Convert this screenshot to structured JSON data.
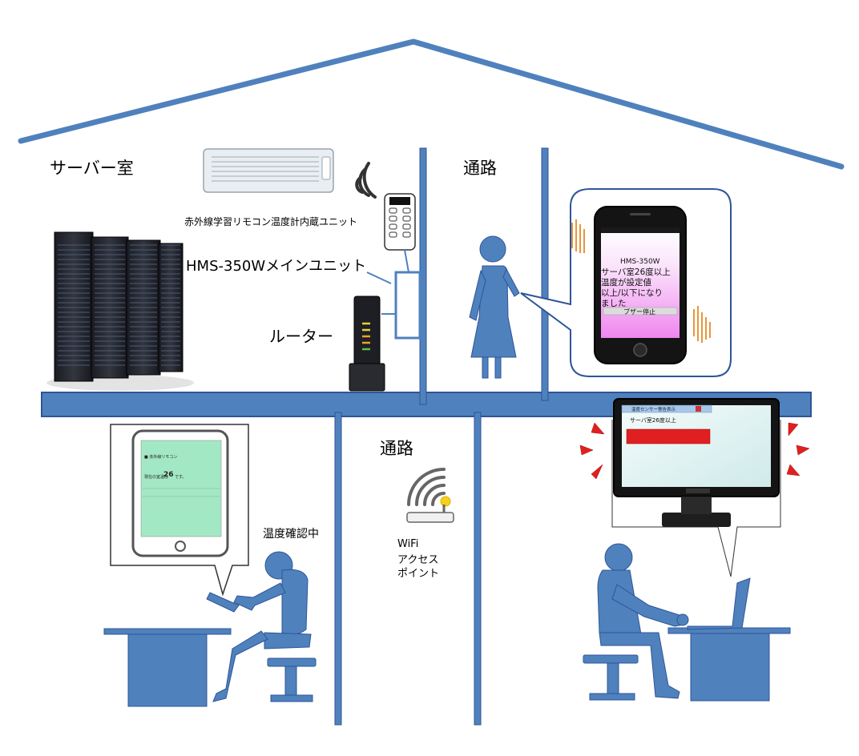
{
  "labels": {
    "server_room": "サーバー室",
    "corridor_top": "通路",
    "corridor_bottom": "通路",
    "remote_unit": "赤外線学習リモコン温度計内蔵ユニット",
    "main_unit": "HMS-350Wメインユニット",
    "router": "ルーター",
    "checking_temp": "温度確認中",
    "wifi_line1": "WiFi",
    "wifi_line2": "アクセス",
    "wifi_line3": "ポイント"
  },
  "phone_screen": {
    "title": "HMS-350W",
    "line1": "サーバ室26度以上",
    "line2": "温度が設定値",
    "line3": "以上/以下になり",
    "line4": "ました",
    "button": "ブザー停止"
  },
  "tablet_screen": {
    "header": "■ 赤外線リモコン",
    "temp_line": "現在の室温は",
    "temp_value": "26",
    "temp_suffix": "です。"
  },
  "monitor_screen": {
    "window_title": "温度センサー警告表示",
    "message": "サーバ室26度以上"
  },
  "colors": {
    "structure": "#4472C4",
    "person": "#4F81BD",
    "tablet_screen": "#A3E8C4",
    "phone_screen_top": "#FFFFFF",
    "phone_screen_bottom": "#F08CF0",
    "alert_red": "#E02020",
    "vibration": "#E8963C"
  }
}
